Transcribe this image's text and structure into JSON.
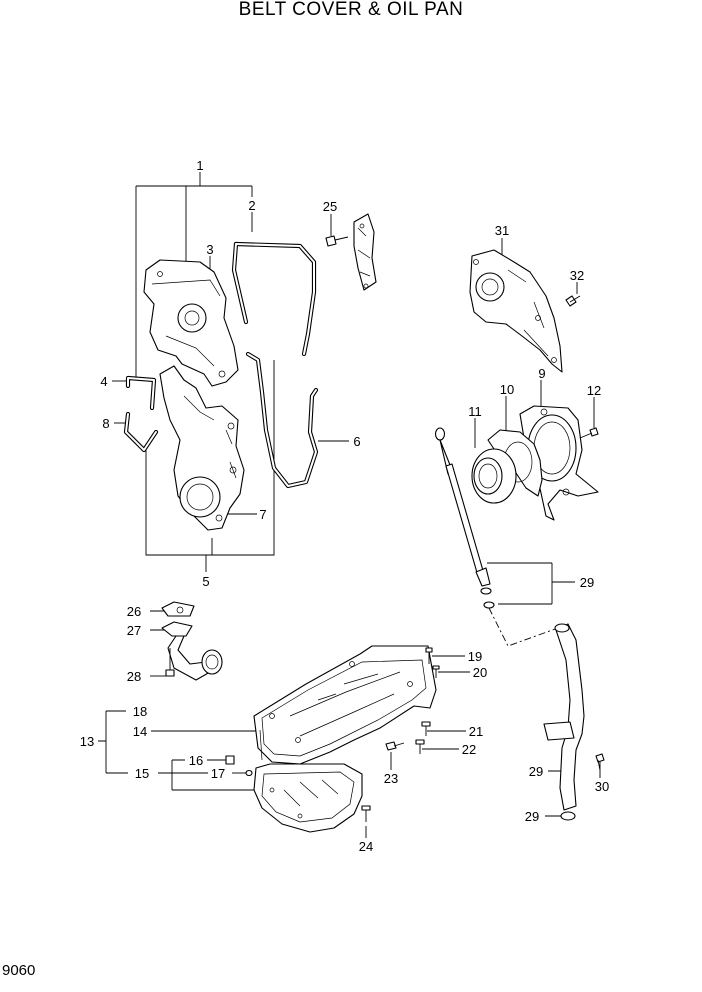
{
  "title": "BELT COVER & OIL PAN",
  "page_code": "9060",
  "callouts": [
    "1",
    "2",
    "3",
    "4",
    "5",
    "6",
    "7",
    "8",
    "9",
    "10",
    "11",
    "12",
    "13",
    "14",
    "15",
    "16",
    "17",
    "18",
    "19",
    "20",
    "21",
    "22",
    "23",
    "24",
    "25",
    "26",
    "27",
    "28",
    "29",
    "29",
    "29",
    "29",
    "30",
    "31",
    "32"
  ]
}
